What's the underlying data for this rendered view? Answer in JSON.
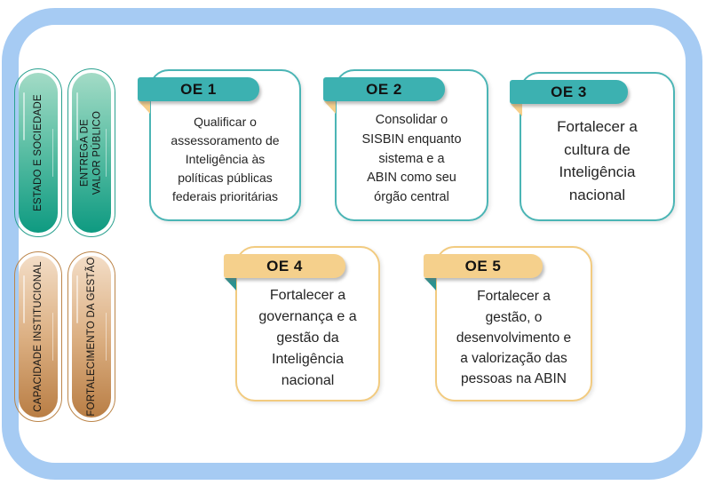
{
  "diagram": {
    "kind": "strategic-objectives-map",
    "frame_color": "#a6cbf3"
  },
  "perspectives": [
    {
      "id": "estado-e-sociedade",
      "label": "ESTADO E SOCIEDADE",
      "theme": "teal"
    },
    {
      "id": "entrega-de-valor-publico",
      "label": "ENTREGA DE\nVALOR PÚBLICO",
      "theme": "teal"
    },
    {
      "id": "capacidade-institucional",
      "label": "CAPACIDADE INSTITUCIONAL",
      "theme": "tan"
    },
    {
      "id": "fortalecimento-da-gestao",
      "label": "FORTALECIMENTO DA GESTÃO",
      "theme": "tan"
    }
  ],
  "objectives": [
    {
      "code": "OE 1",
      "theme": "teal",
      "text": "Qualificar o\nassessoramento de\nInteligência às\npolíticas públicas\nfederais prioritárias"
    },
    {
      "code": "OE 2",
      "theme": "teal",
      "text": "Consolidar o\nSISBIN enquanto\nsistema e a\nABIN como seu\nórgão central"
    },
    {
      "code": "OE 3",
      "theme": "teal",
      "text": "Fortalecer a\ncultura de\nInteligência\nnacional"
    },
    {
      "code": "OE 4",
      "theme": "gold",
      "text": "Fortalecer a\ngovernança e a\ngestão da\nInteligência\nnacional"
    },
    {
      "code": "OE 5",
      "theme": "gold",
      "text": "Fortalecer a\ngestão, o\ndesenvolvimento e\na valorização das\npessoas na ABIN"
    }
  ],
  "colors": {
    "frame_blue": "#a6cbf3",
    "ribbon_teal": "#3cb1b1",
    "card_border_teal": "#4bb5b5",
    "ribbon_gold": "#f5d08c",
    "card_border_gold": "#f2cb80",
    "fold_gold": "#f6cf8a",
    "fold_teal": "#2b9390",
    "pill_teal_top": "#a3dbc6",
    "pill_teal_bottom": "#0e9a81",
    "pill_tan_top": "#f3ddc6",
    "pill_tan_bottom": "#b97e45"
  }
}
